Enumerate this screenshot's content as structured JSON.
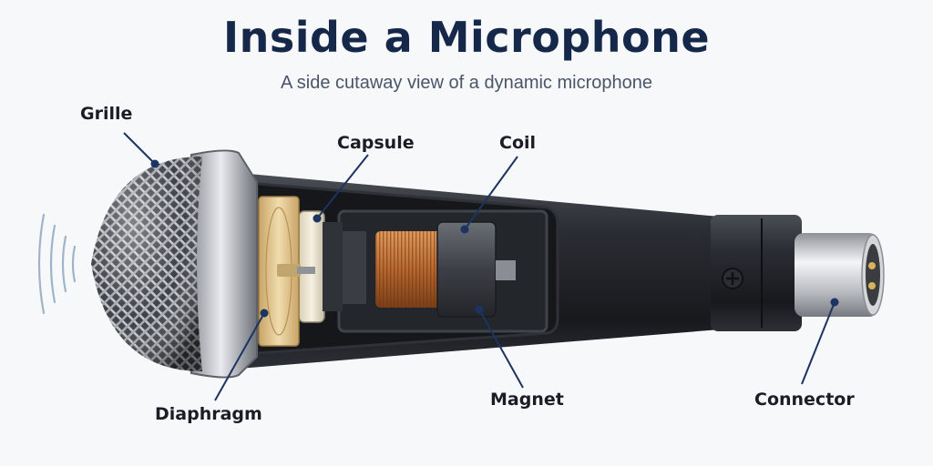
{
  "title": "Inside a Microphone",
  "subtitle": "A side cutaway view of a dynamic microphone",
  "labels": {
    "grille": "Grille",
    "capsule": "Capsule",
    "coil": "Coil",
    "diaphragm": "Diaphragm",
    "magnet": "Magnet",
    "connector": "Connector"
  },
  "icons": {
    "sound_waves": "sound-waves-icon",
    "screw": "screw-icon"
  },
  "colors": {
    "title": "#15284a",
    "leader": "#1c3461",
    "body": "#1f2227",
    "coil": "#b8692f",
    "diaphragm": "#e3c58a",
    "mesh": "#8c9096",
    "waves": "#9fb4c8"
  }
}
